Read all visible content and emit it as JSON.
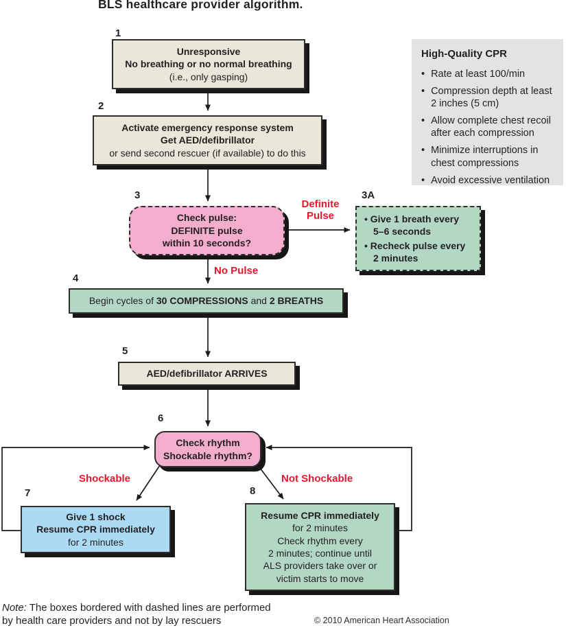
{
  "title": "BLS healthcare provider algorithm.",
  "colors": {
    "beige_box": "#e9e7d9",
    "pink_box": "#f3aecd",
    "green_box": "#b2d7c3",
    "blue_box": "#abdbf4",
    "panel_gray": "#e2e3e5",
    "red_label": "#e4172e",
    "border": "#2e2d2c",
    "shadow": "#181617"
  },
  "steps": {
    "s1": "1",
    "s2": "2",
    "s3": "3",
    "s3a": "3A",
    "s4": "4",
    "s5": "5",
    "s6": "6",
    "s7": "7",
    "s8": "8"
  },
  "flow": {
    "box1": {
      "lines": [
        "Unresponsive",
        "No breathing or no normal breathing",
        "(i.e., only gasping)"
      ]
    },
    "box2": {
      "lines": [
        "Activate emergency response system",
        "Get AED/defibrillator",
        "or send second rescuer (if available) to do this"
      ]
    },
    "box3": {
      "lines": [
        "Check pulse:",
        "DEFINITE pulse",
        "within 10 seconds?"
      ]
    },
    "box3a": {
      "bullets": [
        "• Give 1 breath every 5–6 seconds",
        "• Recheck pulse every 2 minutes"
      ]
    },
    "box4": {
      "segments": [
        "Begin cycles of ",
        "30 COMPRESSIONS",
        " and ",
        "2 BREATHS"
      ]
    },
    "box5": {
      "lines": [
        "AED/defibrillator ARRIVES"
      ]
    },
    "box6": {
      "lines": [
        "Check rhythm",
        "Shockable rhythm?"
      ]
    },
    "box7": {
      "lines": [
        "Give 1 shock",
        "Resume CPR immediately",
        "for 2 minutes"
      ]
    },
    "box8": {
      "lines": [
        "Resume CPR immediately",
        "for 2 minutes",
        "Check rhythm every",
        "2 minutes; continue until",
        "ALS providers take over or",
        "victim starts to move"
      ]
    },
    "labels": {
      "definite_pulse": "Definite Pulse",
      "no_pulse": "No Pulse",
      "shockable": "Shockable",
      "not_shockable": "Not Shockable"
    }
  },
  "sidebar": {
    "title": "High-Quality CPR",
    "bullet_glyph": "•",
    "bullets": [
      "Rate at least 100/min",
      "Compression depth at least 2 inches (5 cm)",
      "Allow complete chest recoil after each compression",
      "Minimize interruptions in chest compressions",
      "Avoid excessive ventilation"
    ]
  },
  "footer": {
    "note_prefix": "Note:",
    "note_text": " The boxes bordered with dashed lines are performed by health care providers and not by lay rescuers",
    "copyright": "© 2010 American Heart Association"
  }
}
